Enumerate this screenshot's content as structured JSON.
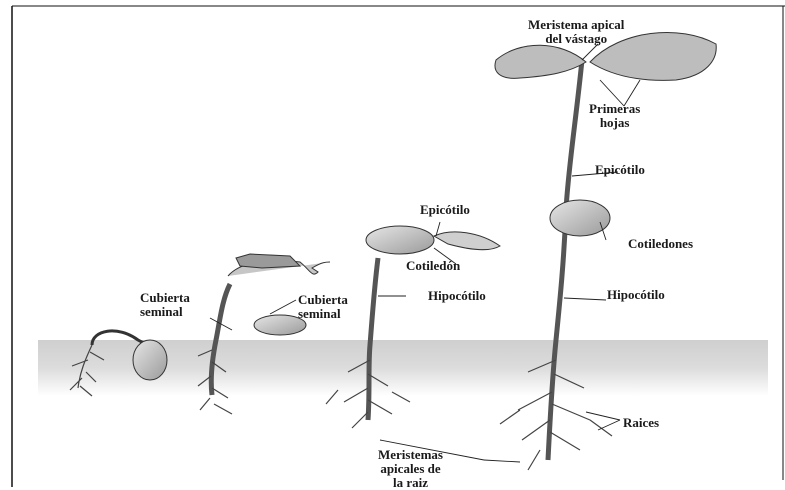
{
  "labels": {
    "cubierta_seminal_1": "Cubierta\nseminal",
    "cubierta_seminal_2": "Cubierta\nseminal",
    "epicotilo_mid": "Epicótilo",
    "cotiledon": "Cotiledón",
    "hipocotilo_mid": "Hipocótilo",
    "meristema_apical": "Meristema apical\ndel vástago",
    "primeras_hojas": "Primeras\nhojas",
    "epicotilo_top": "Epicótilo",
    "cotiledones": "Cotiledones",
    "hipocotilo_right": "Hipocótilo",
    "raices": "Raices",
    "meristemas_raiz": "Meristemas\napicales de\nla raiz"
  },
  "colors": {
    "soil": "#d8d8d8",
    "plant": "#c9c9c9",
    "outline": "#333333",
    "frame": "#111111"
  }
}
